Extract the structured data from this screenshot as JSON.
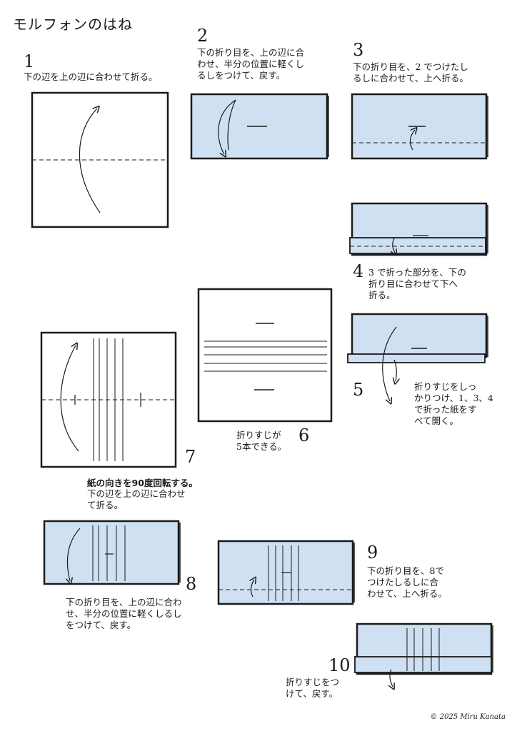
{
  "title": "モルフォンのはね",
  "credit": "© 2025 Miru Kanata",
  "colors": {
    "paper": "#ffffff",
    "paper_blue": "#cfe0f3",
    "ink": "#1a1a1a"
  },
  "steps": [
    {
      "number": "1",
      "text": "下の辺を上の辺に合わせて折る。"
    },
    {
      "number": "2",
      "text": "下の折り目を、上の辺に合\nわせ、半分の位置に軽くし\nるしをつけて、戻す。"
    },
    {
      "number": "3",
      "text": "下の折り目を、2 でつけたし\nるしに合わせて、上へ折る。"
    },
    {
      "number": "4",
      "text": "  3 で折った部分を、下の\n折り目に合わせて下へ\n折る。"
    },
    {
      "number": "5",
      "text": "折りすじをしっ\nかりつけ、1、3、4\nで折った紙をす\nべて開く。"
    },
    {
      "number": "6",
      "text": "折りすじが\n5本できる。"
    },
    {
      "number": "7",
      "note": "紙の向きを90度回転する。",
      "text": "下の辺を上の辺に合わせ\nて折る。"
    },
    {
      "number": "8",
      "text": "下の折り目を、上の辺に合わ\nせ、半分の位置に軽くしるし\nをつけて、戻す。"
    },
    {
      "number": "9",
      "text": "下の折り目を、8で\nつけたしるしに合\nわせて、上へ折る。"
    },
    {
      "number": "10",
      "text": "折りすじをつ\nけて、戻す。"
    }
  ]
}
